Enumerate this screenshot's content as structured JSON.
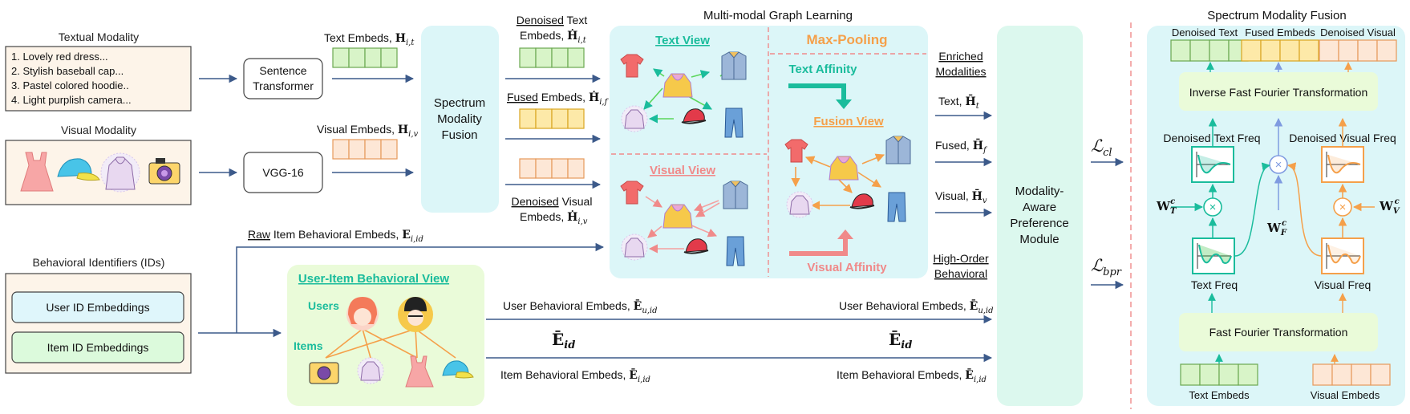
{
  "colors": {
    "textGreen": "#1abc9c",
    "fusedOrange": "#f5a04a",
    "visualPink": "#f08a8a",
    "textEmbedFill": "#d8f4c8",
    "visualEmbedFill": "#fde7d6",
    "fusedEmbedFill": "#fde9a8",
    "cyanPanel": "#dcf6f8",
    "greenPanel": "#eafbd9",
    "userIdFill": "#dff6fb",
    "itemIdFill": "#dcfadc",
    "creamPanel": "#fdf4e9",
    "arrow": "#3c5a8a",
    "dashRed": "#f08a8a"
  },
  "textual": {
    "title": "Textual Modality",
    "items": [
      "1.   Lovely red dress...",
      "2.   Stylish baseball cap...",
      "3.   Pastel colored hoodie..",
      "4.   Light purplish camera..."
    ]
  },
  "visual": {
    "title": "Visual Modality"
  },
  "behavioral": {
    "title": "Behavioral Identifiers (IDs)",
    "user": "User ID Embeddings",
    "item": "Item ID Embeddings"
  },
  "encoders": {
    "sentence": [
      "Sentence",
      "Transformer"
    ],
    "vgg": "VGG-16"
  },
  "embeds": {
    "text_label": "Text Embeds, ",
    "text_sym": "H",
    "text_sub": "i,t",
    "visual_label": "Visual Embeds, ",
    "visual_sym": "H",
    "visual_sub": "i,v"
  },
  "smf_box": [
    "Spectrum",
    "Modality",
    "Fusion"
  ],
  "smf_out": {
    "denoised_text": [
      "Denoised",
      " Text",
      "Embeds, "
    ],
    "denoised_text_sub": "i,t",
    "fused": [
      "Fused",
      " Embeds, "
    ],
    "fused_sub": "i,f",
    "denoised_visual": [
      "Denoised",
      " Visual",
      "Embeds, "
    ],
    "denoised_visual_sub": "i,v",
    "sym": "Ḣ"
  },
  "graph": {
    "title": "Multi-modal Graph Learning",
    "text_view": "Text View",
    "visual_view": "Visual View",
    "max_pooling": "Max-Pooling",
    "text_affinity": "Text Affinity",
    "fusion_view": "Fusion View",
    "visual_affinity": "Visual Affinity"
  },
  "raw_behav": {
    "prefix": "Raw",
    "rest": " Item Behavioral Embeds, ",
    "sym": "E",
    "sub": "i,id"
  },
  "behav_view": {
    "title": "User-Item Behavioral View",
    "users": "Users",
    "items": "Items"
  },
  "behav_out": {
    "user_label": "User Behavioral Embeds, ",
    "item_label": "Item Behavioral Embeds, ",
    "sym": "Ē",
    "user_sub": "u,id",
    "item_sub": "i,id",
    "mid_sym": "Ē",
    "mid_sub": "id"
  },
  "enriched": {
    "title": [
      "Enriched",
      "Modalities"
    ],
    "text": "Text, ",
    "fused": "Fused, ",
    "visual": "Visual, ",
    "sym": "H̄",
    "text_sub": "t",
    "fused_sub": "f",
    "visual_sub": "v",
    "high_order": [
      "High-Order",
      "Behavioral"
    ]
  },
  "mapm": [
    "Modality-",
    "Aware",
    "Preference",
    "Module"
  ],
  "losses": {
    "sym": "ℒ",
    "cl": "cl",
    "bpr": "bpr"
  },
  "smf_detail": {
    "title": "Spectrum Modality Fusion",
    "denoised_text": "Denoised Text",
    "fused_embeds": "Fused Embeds",
    "denoised_visual": "Denoised Visual",
    "ifft": "Inverse Fast Fourier Transformation",
    "dt_freq": "Denoised Text Freq",
    "dv_freq": "Denoised Visual Freq",
    "text_freq": "Text Freq",
    "visual_freq": "Visual Freq",
    "fft": "Fast Fourier Transformation",
    "text_embeds": "Text Embeds",
    "visual_embeds": "Visual Embeds",
    "w_sym": "W",
    "w_sup": "c",
    "wt_sub": "T",
    "wf_sub": "F",
    "wv_sub": "V",
    "times": "×"
  }
}
